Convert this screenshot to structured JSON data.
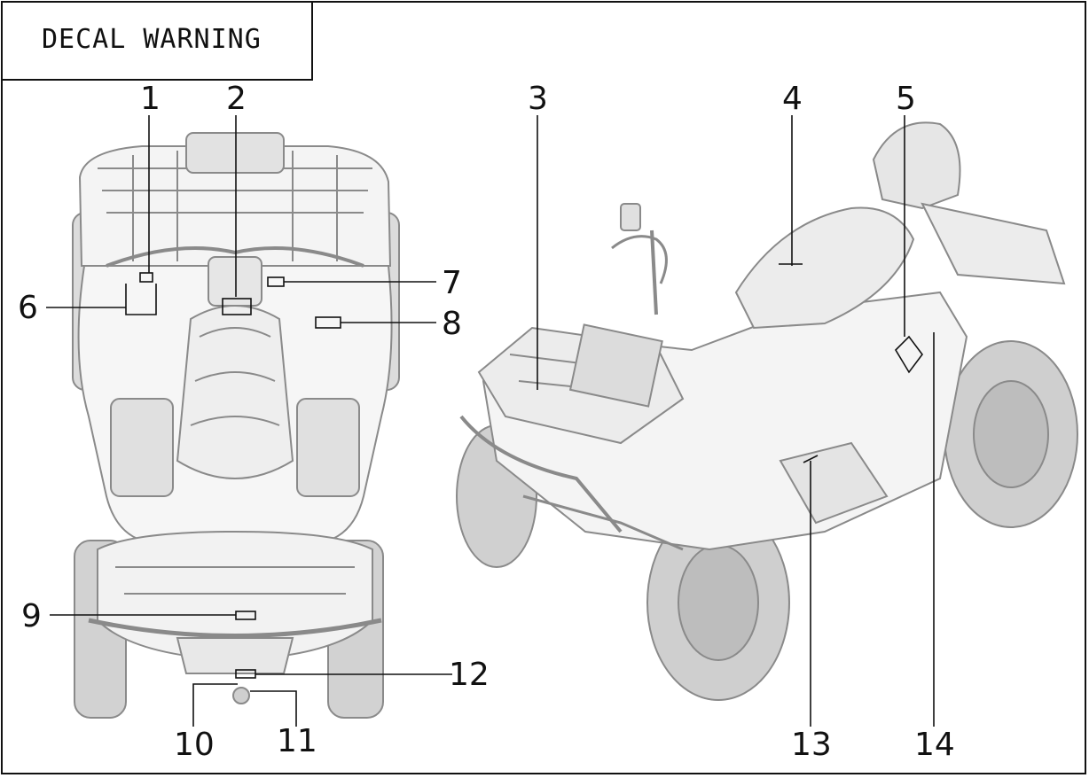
{
  "title": "DECAL WARNING",
  "callouts": [
    "1",
    "2",
    "3",
    "4",
    "5",
    "6",
    "7",
    "8",
    "9",
    "10",
    "11",
    "12",
    "13",
    "14"
  ],
  "colors": {
    "line": "#111111",
    "vehicle_outline": "#8a8a8a",
    "vehicle_fill": "#d6d6d6",
    "background": "#ffffff"
  }
}
